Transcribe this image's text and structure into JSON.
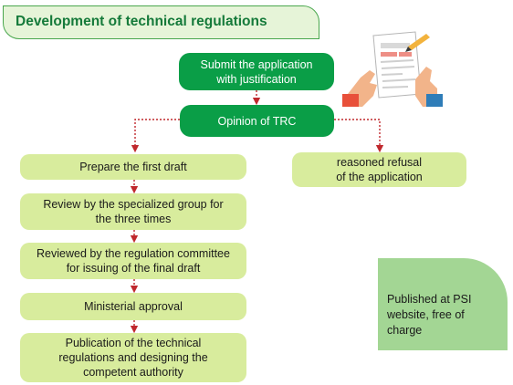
{
  "title": "Development of technical regulations",
  "steps": {
    "submit": [
      "Submit the application",
      "with justification"
    ],
    "opinion": [
      "Opinion of TRC"
    ],
    "refusal": [
      "reasoned refusal",
      "of the application"
    ],
    "prepare": [
      "Prepare the first draft"
    ],
    "review": [
      "Review by the specialized group for",
      "the three times"
    ],
    "committee": [
      "Reviewed by the regulation committee",
      "for issuing of the final draft"
    ],
    "ministerial": [
      "Ministerial approval"
    ],
    "publication": [
      "Publication of the technical",
      "regulations and designing the",
      "competent authority"
    ]
  },
  "note": [
    "Published at PSI",
    "website, free of",
    "charge"
  ],
  "colors": {
    "dark_green": "#0a9e47",
    "light_green": "#d8ec9d",
    "note_green": "#a3d694",
    "title_bg": "#e6f4d8",
    "title_text": "#157a3a",
    "connector_red": "#c0282d"
  }
}
